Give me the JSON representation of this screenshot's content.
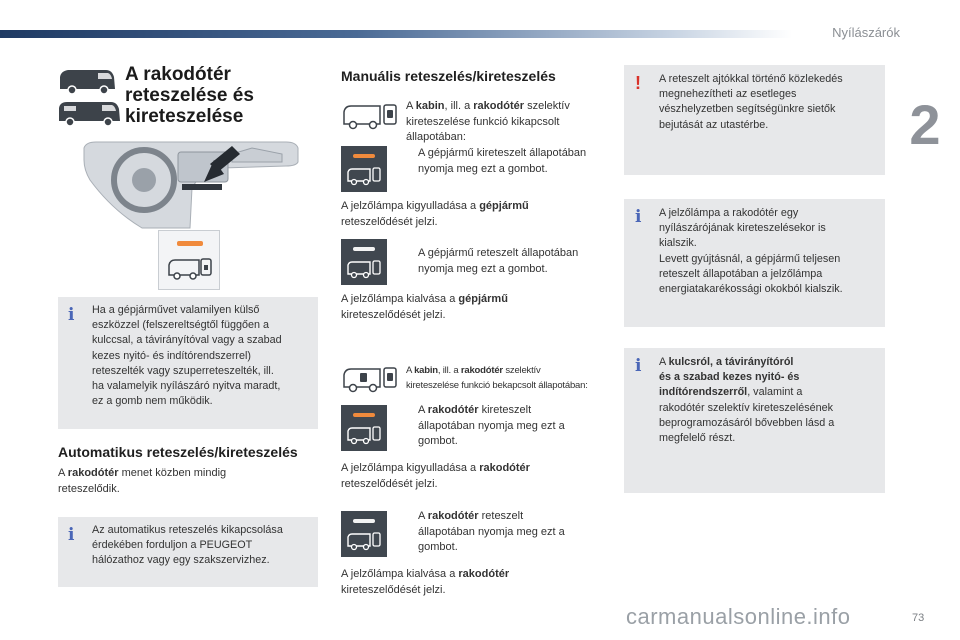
{
  "header": {
    "chapter_title": "Nyílászárók",
    "chapter_number": "2",
    "accent_color": "#1f3a63"
  },
  "title": {
    "lines": [
      "A rakodótér",
      "reteszelése és",
      "kireteszelése"
    ]
  },
  "left_info": {
    "icon": "info-icon",
    "lines": [
      "Ha a gépjárművet valamilyen külső",
      "eszközzel (felszereltségtől függően a",
      "kulccsal, a távirányítóval vagy a szabad",
      "kezes nyitó- és indítórendszerrel)",
      "reteszelték vagy szuperreteszelték, ill.",
      "ha valamelyik nyílászáró nyitva maradt,",
      "ez a gomb nem működik."
    ]
  },
  "automatic": {
    "heading": "Automatikus reteszelés/kireteszelés",
    "text_pre": "A ",
    "text_bold": "rakodótér",
    "text_post": " menet közben mindig",
    "line2": "reteszelődik.",
    "info_lines": [
      "Az automatikus reteszelés kikapcsolása",
      "érdekében forduljon a PEUGEOT",
      "hálózathoz vagy egy szakszervizhez."
    ]
  },
  "manual": {
    "heading": "Manuális reteszelés/kireteszelés",
    "cabin_intro": {
      "pre": "A ",
      "b1": "kabin",
      "mid": ", ill. a ",
      "b2": "rakodótér",
      "post": " szelektív",
      "line2": "kireteszelése funkció kikapcsolt",
      "line3": "állapotában:"
    },
    "step1": {
      "bullet": "",
      "line1": "A gépjármű kireteszelt állapotában",
      "line2": "nyomja meg ezt a gombot."
    },
    "result1": {
      "pre": "A jelzőlámpa kigyulladása a ",
      "bold": "gépjármű",
      "line2": "reteszelődését jelzi."
    },
    "step2": {
      "bullet": "",
      "line1": "A gépjármű reteszelt állapotában",
      "line2": "nyomja meg ezt a gombot."
    },
    "result2": {
      "pre": "A jelzőlámpa kialvása a ",
      "bold": "gépjármű",
      "line2": "kireteszelődését jelzi."
    },
    "selective_intro": {
      "pre": "A ",
      "b1": "kabin",
      "mid": ", ill. a ",
      "b2": "rakodótér",
      "post": " szelektív",
      "line2": "kireteszelése funkció bekapcsolt állapotában:"
    },
    "step3": {
      "bullet": "",
      "pre": "A ",
      "bold": "rakodótér",
      "post": " kireteszelt",
      "line2": "állapotában nyomja meg ezt a",
      "line3": "gombot."
    },
    "result3": {
      "pre": "A jelzőlámpa kigyulladása a ",
      "bold": "rakodótér",
      "line2": "reteszelődését jelzi."
    },
    "step4": {
      "bullet": "",
      "pre": "A ",
      "bold": "rakodótér",
      "post": " reteszelt",
      "line2": "állapotában nyomja meg ezt a",
      "line3": "gombot."
    },
    "result4": {
      "pre": "A jelzőlámpa kialvása a ",
      "bold": "rakodótér",
      "line2": "kireteszelődését jelzi."
    },
    "led_color": "#f08a3c"
  },
  "right": {
    "warning": {
      "icon": "warning-icon",
      "lines": [
        "A reteszelt ajtókkal történő közlekedés",
        "megnehezítheti az esetleges",
        "vészhelyzetben segítségünkre sietők",
        "bejutását az utastérbe."
      ]
    },
    "info1": {
      "icon": "info-icon",
      "lines": [
        "A jelzőlámpa a rakodótér egy",
        "nyílászárójának kireteszelésekor is",
        "kialszik.",
        "Levett gyújtásnál, a gépjármű teljesen",
        "reteszelt állapotában a jelzőlámpa",
        "energiatakarékossági okokból kialszik."
      ]
    },
    "info2": {
      "icon": "info-icon",
      "pre": "A ",
      "bold1": "kulcsról, a távirányítóról",
      "bold2": "és a szabad kezes nyitó- és",
      "bold3": "indítórendszerről",
      "post3": ", valamint a",
      "lines": [
        "rakodótér szelektív kireteszelésének",
        "beprogramozásáról bővebben lásd a",
        "megfelelő részt."
      ]
    }
  },
  "footer": {
    "site": "carmanualsonline.info",
    "page": "73"
  }
}
